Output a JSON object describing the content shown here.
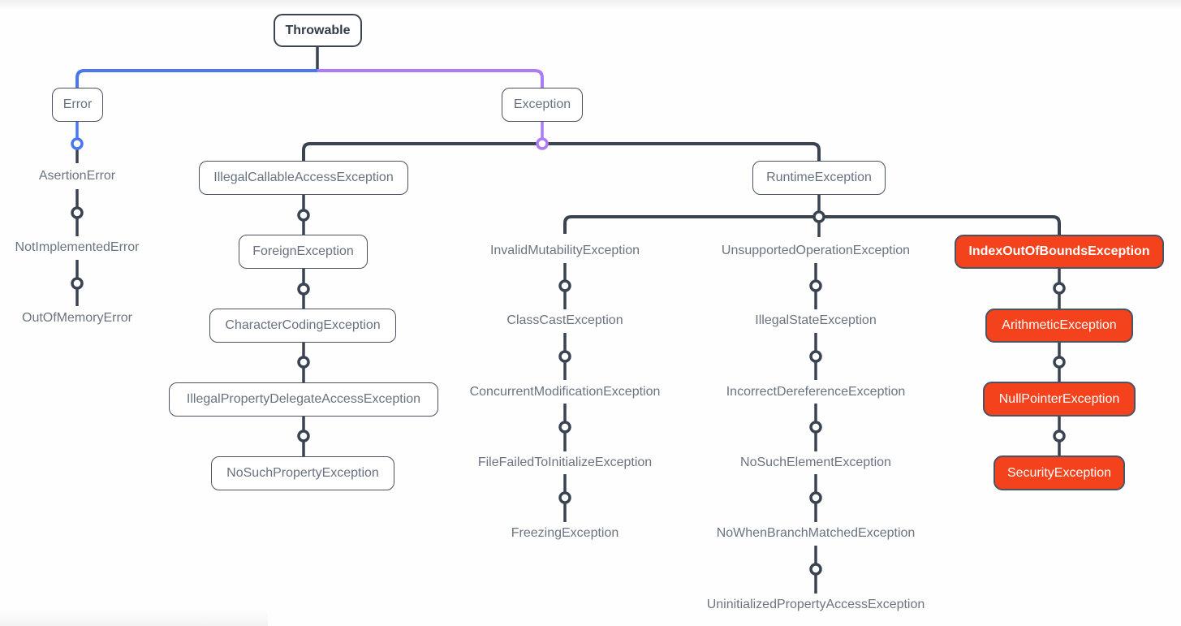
{
  "colors": {
    "line": "#3a4351",
    "branch_blue": "#4a76f4",
    "branch_purple": "#ad7bf2",
    "highlight": "#f4421c",
    "node_border": "#4a5361",
    "label_text": "#6b7480"
  },
  "tree": {
    "root": "Throwable",
    "error_branch": {
      "label": "Error",
      "descendants": [
        "AsertionError",
        "NotImplementedError",
        "OutOfMemoryError"
      ]
    },
    "exception_branch": {
      "label": "Exception",
      "illegal_callable_chain": [
        "IllegalCallableAccessException",
        "ForeignException",
        "CharacterCodingException",
        "IllegalPropertyDelegateAccessException",
        "NoSuchPropertyException"
      ],
      "runtime": {
        "label": "RuntimeException",
        "invalid_mutability_chain": [
          "InvalidMutabilityException",
          "ClassCastException",
          "ConcurrentModificationException",
          "FileFailedToInitializeException",
          "FreezingException"
        ],
        "unsupported_chain": [
          "UnsupportedOperationException",
          "IllegalStateException",
          "IncorrectDereferenceException",
          "NoSuchElementException",
          "NoWhenBranchMatchedException",
          "UninitializedPropertyAccessException"
        ],
        "index_chain": [
          "IndexOutOfBoundsException",
          "ArithmeticException",
          "NullPointerException",
          "SecurityException"
        ]
      }
    }
  }
}
